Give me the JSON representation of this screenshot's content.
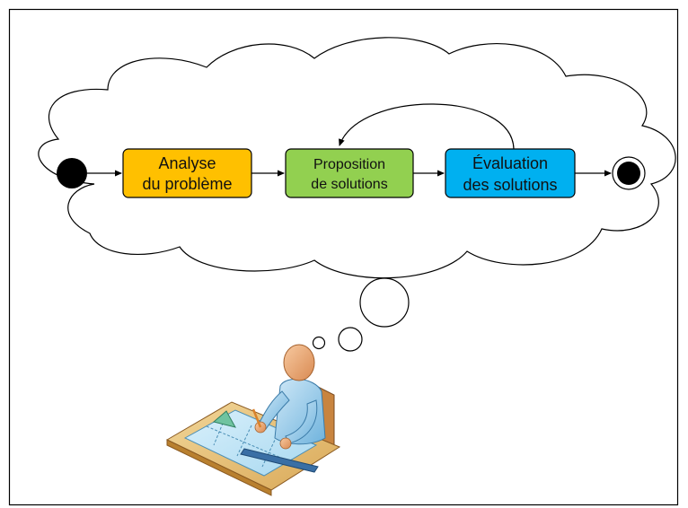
{
  "diagram": {
    "nodes": [
      {
        "id": "start",
        "kind": "initial-state"
      },
      {
        "id": "analyse",
        "kind": "activity",
        "lines": [
          "Analyse",
          "du problème"
        ],
        "fill": "#FFC000"
      },
      {
        "id": "proposition",
        "kind": "activity",
        "lines": [
          "Proposition",
          "de solutions"
        ],
        "fill": "#92D050"
      },
      {
        "id": "evaluation",
        "kind": "activity",
        "lines": [
          "Évaluation",
          "des solutions"
        ],
        "fill": "#00B0F0"
      },
      {
        "id": "end",
        "kind": "final-state"
      }
    ],
    "edges": [
      {
        "from": "start",
        "to": "analyse"
      },
      {
        "from": "analyse",
        "to": "proposition"
      },
      {
        "from": "proposition",
        "to": "evaluation"
      },
      {
        "from": "evaluation",
        "to": "proposition",
        "style": "curved-loop"
      },
      {
        "from": "evaluation",
        "to": "end"
      }
    ],
    "container": "thought-cloud",
    "illustration": "person-drawing-at-desk"
  }
}
